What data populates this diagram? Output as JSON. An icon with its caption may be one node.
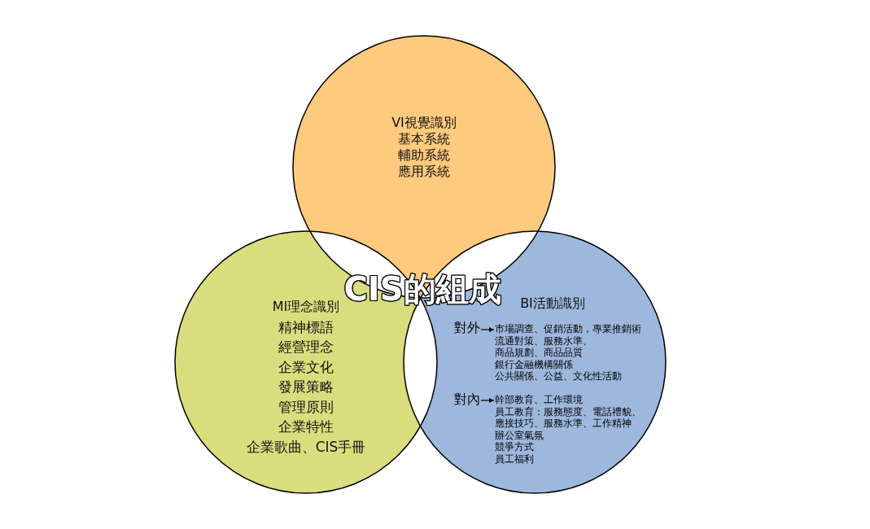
{
  "diagram": {
    "title": "CIS的組成",
    "nodes": [
      {
        "text": [
          "VI視覺識別",
          "基本系統",
          "輔助系統",
          "應用系統"
        ]
      },
      {
        "text": [
          "MI理念識別",
          "精神標語",
          "經營理念",
          "企業文化",
          "發展策略",
          "管理原則",
          "企業特性",
          "企業歌曲、CIS手冊"
        ]
      },
      {
        "text": [
          "BI活動識別"
        ]
      },
      {
        "text": [
          "對外"
        ],
        "in": 2
      },
      {
        "text": [
          "市場調查、促銷活動，專業推銷術",
          "流通對策、服務水準、",
          "商品規劃、商品品質",
          "銀行金融機構關係",
          "公共關係、公益、文化性活動"
        ],
        "in": 2
      },
      {
        "text": [
          "對內"
        ],
        "in": 2
      },
      {
        "text": [
          "幹部教育、工作環境",
          "員工教育：服務態度、電話禮貌、",
          "應接技巧、服務水準、工作精神",
          "辦公室氣氛",
          "競爭方式",
          "員工福利"
        ],
        "in": 2
      }
    ],
    "edges": [
      {
        "from": 3,
        "to": 4,
        "arrow": "to"
      },
      {
        "from": 5,
        "to": 6,
        "arrow": "to"
      }
    ]
  }
}
